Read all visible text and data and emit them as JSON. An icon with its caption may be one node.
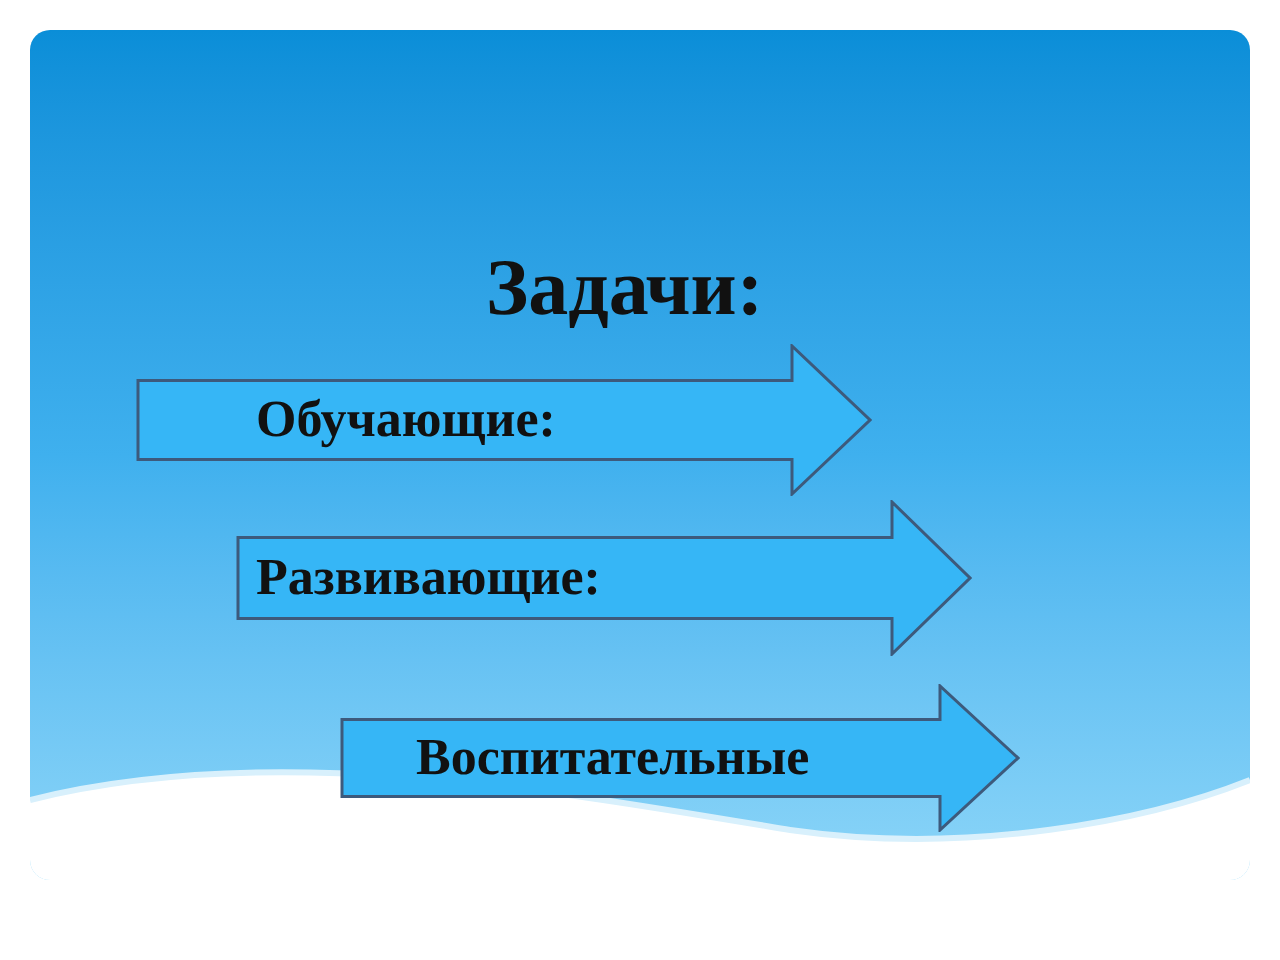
{
  "diagram": {
    "title": "Задачи:",
    "nodes": [
      {
        "text": [
          "Обучающие:"
        ]
      },
      {
        "text": [
          "Развивающие:"
        ]
      },
      {
        "text": [
          "Воспитательные"
        ]
      }
    ]
  }
}
